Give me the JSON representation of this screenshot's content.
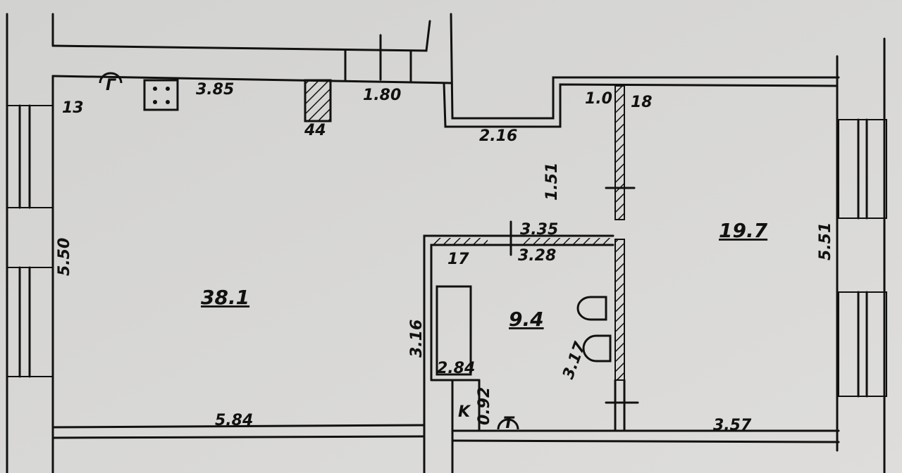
{
  "rooms": [
    {
      "id": "living",
      "area": "38.1"
    },
    {
      "id": "bathroom",
      "area": "9.4"
    },
    {
      "id": "bedroom",
      "area": "19.7"
    }
  ],
  "dimensions": {
    "top_left_wall": "3.85",
    "top_mid_wall": "1.80",
    "niche_bottom": "2.16",
    "niche_right": "1.0",
    "corridor_height": "1.51",
    "bath_top_outer": "3.35",
    "bath_top_inner": "3.28",
    "bath_left": "3.16",
    "bath_right": "3.17",
    "bath_bottom_inner": "2.84",
    "closet_side": "0.92",
    "living_left": "5.50",
    "bedroom_right": "5.51",
    "living_bottom": "5.84",
    "bedroom_bottom": "3.57",
    "wall_13": "13",
    "wall_44": "44",
    "wall_18": "18",
    "wall_17": "17"
  },
  "markers": {
    "closet": "K",
    "bath_socket": "T",
    "kitchen_socket": "Г"
  }
}
